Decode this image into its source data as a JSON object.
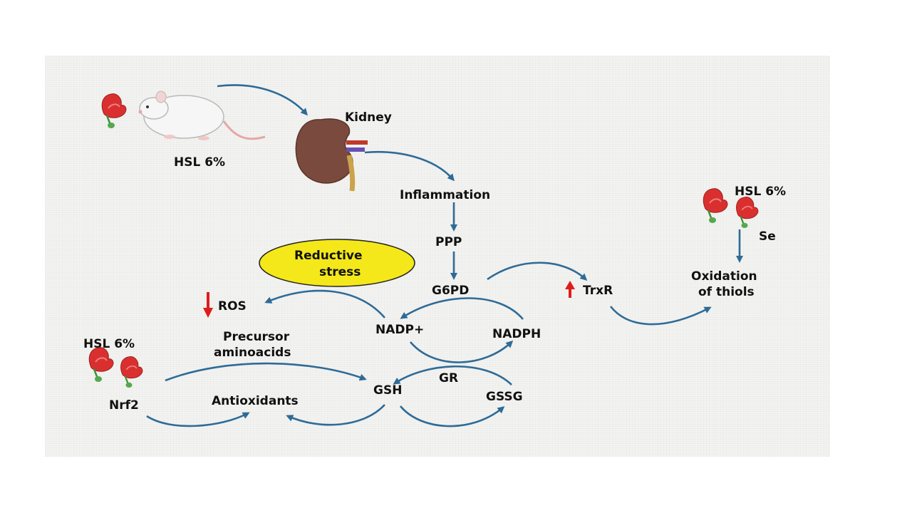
{
  "labels": {
    "hsl_rat": "HSL 6%",
    "kidney": "Kidney",
    "inflammation": "Inflammation",
    "ppp": "PPP",
    "g6pd": "G6PD",
    "trxr": "TrxR",
    "hsl_right": "HSL 6%",
    "se": "Se",
    "oxidation_line1": "Oxidation",
    "oxidation_line2": "of thiols",
    "reductive_line1": "Reductive",
    "reductive_line2": "stress",
    "ros": "ROS",
    "nadp_plus": "NADP+",
    "nadph": "NADPH",
    "precursor_line1": "Precursor",
    "precursor_line2": "aminoacids",
    "hsl_left": "HSL 6%",
    "nrf2": "Nrf2",
    "antioxidants": "Antioxidants",
    "gsh": "GSH",
    "gr": "GR",
    "gssg": "GSSG"
  },
  "icons": [
    "rat-icon",
    "flower-icon",
    "kidney-icon",
    "down-arrow-red-icon",
    "up-arrow-red-icon"
  ],
  "colors": {
    "arrow": "#2e6b97",
    "highlight": "#f4e81a",
    "down_up_indicator": "#e01b1b",
    "flower": "#d9302f",
    "kidney": "#7a4a3e"
  }
}
